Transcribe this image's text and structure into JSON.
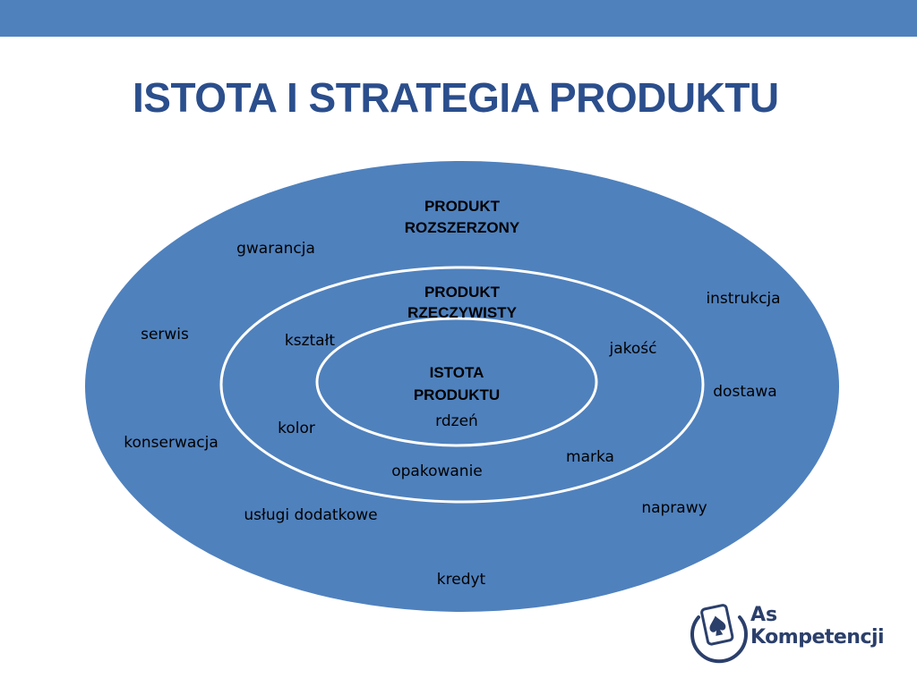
{
  "slide": {
    "title": "ISTOTA I STRATEGIA PRODUKTU"
  },
  "colors": {
    "top_bar": "#4f81bd",
    "title": "#2b4e8c",
    "outer_ellipse": "#4f81bd",
    "ring_stroke": "#ffffff",
    "logo_text": "#2b3f6b"
  },
  "diagram": {
    "outer": {
      "label_line1": "PRODUKT",
      "label_line2": "ROZSZERZONY",
      "items": {
        "gwarancja": "gwarancja",
        "serwis": "serwis",
        "konserwacja": "konserwacja",
        "uslugi_dodatkowe": "usługi dodatkowe",
        "kredyt": "kredyt",
        "naprawy": "naprawy",
        "dostawa": "dostawa",
        "instrukcja": "instrukcja"
      }
    },
    "middle": {
      "label_line1": "PRODUKT",
      "label_line2": "RZECZYWISTY",
      "items": {
        "ksztalt": "kształt",
        "jakosc": "jakość",
        "kolor": "kolor",
        "opakowanie": "opakowanie",
        "marka": "marka"
      }
    },
    "inner": {
      "label_line1": "ISTOTA",
      "label_line2": "PRODUKTU",
      "items": {
        "rdzen": "rdzeń"
      }
    }
  },
  "logo": {
    "line1": "As",
    "line2": "Kompetencji",
    "icon": "spade-card-icon"
  }
}
